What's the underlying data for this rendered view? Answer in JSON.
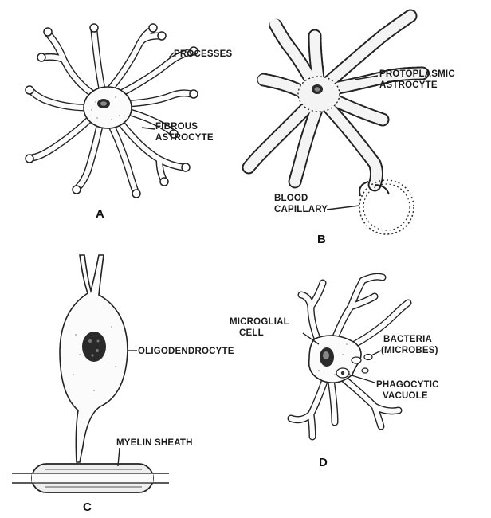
{
  "panels": {
    "a": {
      "letter": "A",
      "labels": {
        "processes": "PROCESSES",
        "fibrous_1": "FIBROUS",
        "fibrous_2": "ASTROCYTE"
      }
    },
    "b": {
      "letter": "B",
      "labels": {
        "protoplasmic_1": "PROTOPLASMIC",
        "protoplasmic_2": "ASTROCYTE",
        "blood_1": "BLOOD",
        "blood_2": "CAPILLARY"
      }
    },
    "c": {
      "letter": "C",
      "labels": {
        "oligodendrocyte": "OLIGODENDROCYTE",
        "myelin": "MYELIN SHEATH"
      }
    },
    "d": {
      "letter": "D",
      "labels": {
        "microglial_1": "MICROGLIAL",
        "microglial_2": "CELL",
        "bacteria_1": "BACTERIA",
        "bacteria_2": "(MICROBES)",
        "phago_1": "PHAGOCYTIC",
        "phago_2": "VACUOLE"
      }
    }
  }
}
